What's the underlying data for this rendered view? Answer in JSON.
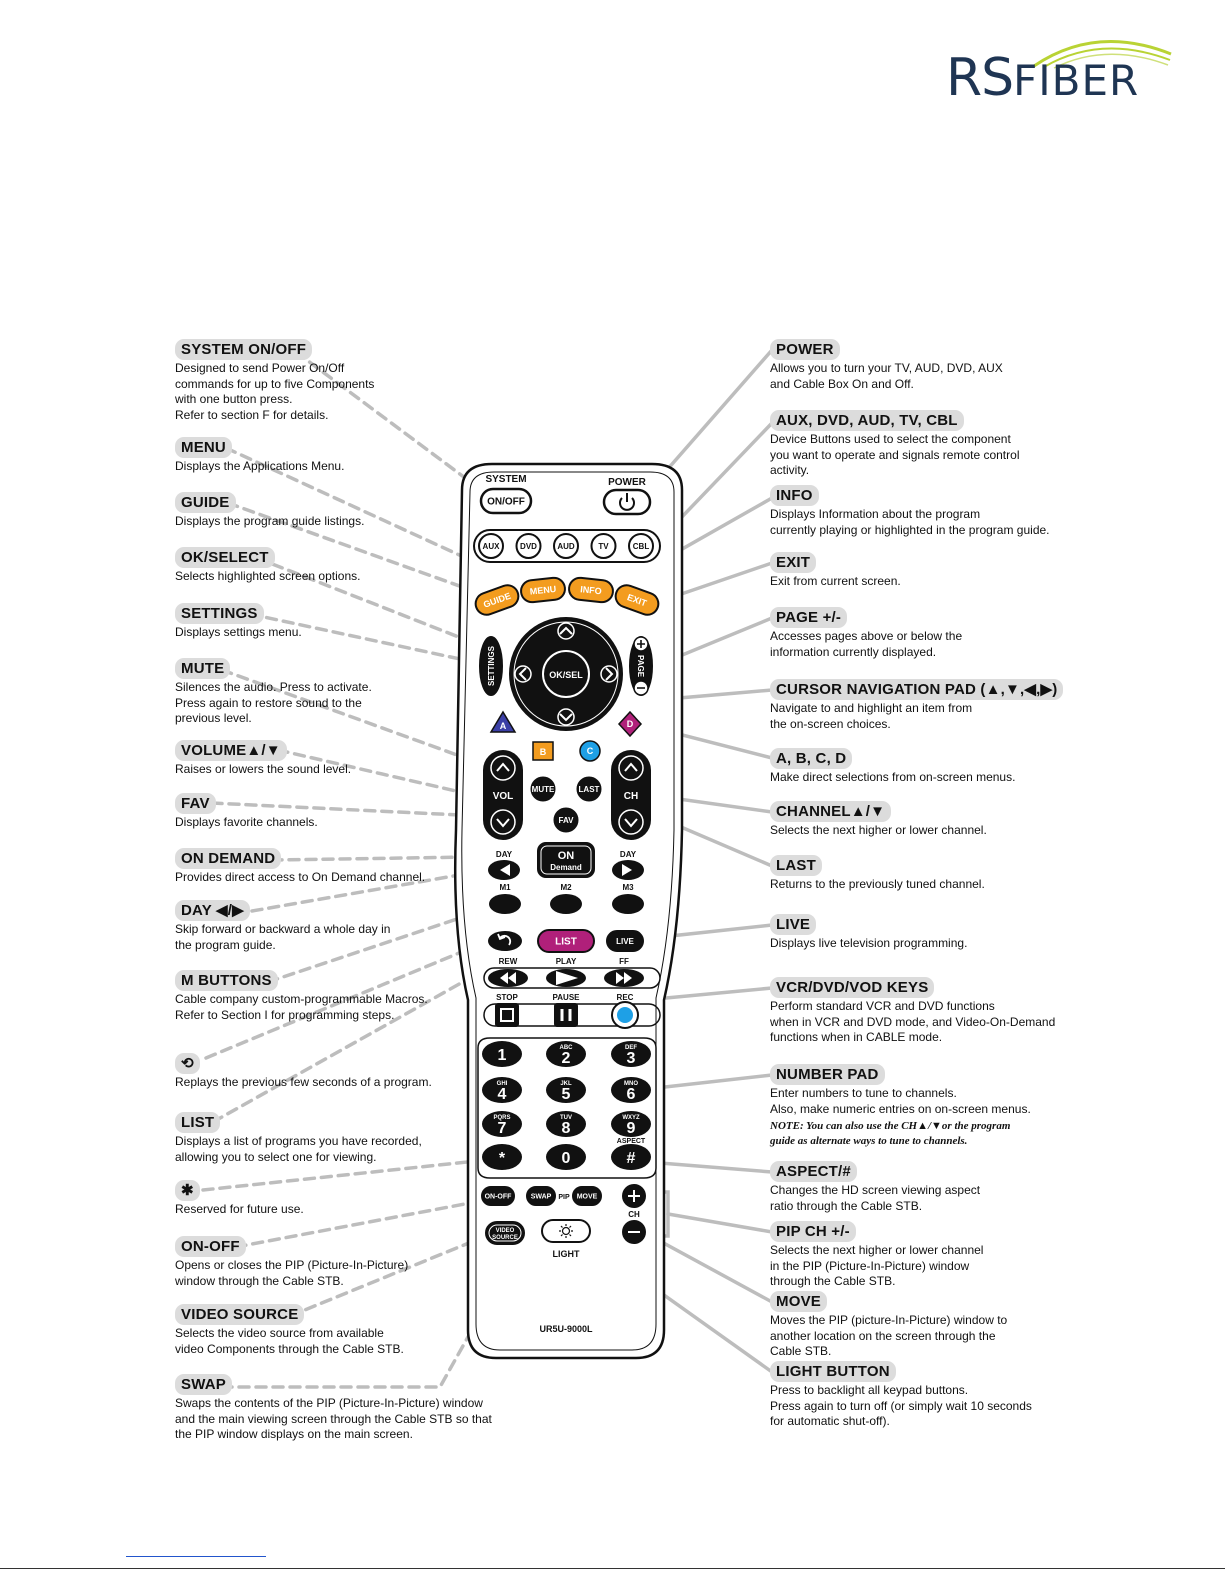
{
  "brand": {
    "rs": "RS",
    "fiber": "FIBER",
    "accent": "#b9d334",
    "text_color": "#1f3553"
  },
  "remote": {
    "model": "UR5U-9000L",
    "system_label": "SYSTEM",
    "onoff_label": "ON/OFF",
    "power_label": "POWER",
    "power_icon": "power-icon",
    "devices": [
      "AUX",
      "DVD",
      "AUD",
      "TV",
      "CBL"
    ],
    "menu_buttons": [
      "GUIDE",
      "MENU",
      "INFO",
      "EXIT"
    ],
    "settings_label": "SETTINGS",
    "page_label": "PAGE",
    "ok_label": "OK/SEL",
    "abcd": [
      "A",
      "B",
      "C",
      "D"
    ],
    "vol_label": "VOL",
    "ch_label": "CH",
    "mute_label": "MUTE",
    "last_label": "LAST",
    "fav_label": "FAV",
    "on_label": "ON",
    "demand_label": "Demand",
    "day_label": "DAY",
    "m_labels": [
      "M1",
      "M2",
      "M3"
    ],
    "list_label": "LIST",
    "live_label": "LIVE",
    "rew_label": "REW",
    "play_label": "PLAY",
    "ff_label": "FF",
    "stop_label": "STOP",
    "pause_label": "PAUSE",
    "rec_label": "REC",
    "keys": [
      {
        "d": "1",
        "s": ""
      },
      {
        "d": "2",
        "s": "ABC"
      },
      {
        "d": "3",
        "s": "DEF"
      },
      {
        "d": "4",
        "s": "GHI"
      },
      {
        "d": "5",
        "s": "JKL"
      },
      {
        "d": "6",
        "s": "MNO"
      },
      {
        "d": "7",
        "s": "PQRS"
      },
      {
        "d": "8",
        "s": "TUV"
      },
      {
        "d": "9",
        "s": "WXYZ"
      },
      {
        "d": "*",
        "s": ""
      },
      {
        "d": "0",
        "s": ""
      },
      {
        "d": "#",
        "s": "ASPECT"
      }
    ],
    "onoff_small": "ON-OFF",
    "swap_label": "SWAP",
    "pip_label": "PIP",
    "move_label": "MOVE",
    "ch_small": "CH",
    "video_label": "VIDEO",
    "source_label": "SOURCE",
    "light_label": "LIGHT",
    "colors": {
      "orange": "#f39c1f",
      "blue_a": "#3b3fa6",
      "cyan_c": "#1ea0e6",
      "magenta": "#b0207a",
      "body": "#111111"
    }
  },
  "left_callouts": [
    {
      "head": "SYSTEM  ON/OFF",
      "lines": [
        "Designed to send Power On/Off",
        "commands for up to five Components",
        "with one button press.",
        "Refer to section F for details."
      ]
    },
    {
      "head": "MENU",
      "lines": [
        "Displays the Applications Menu."
      ]
    },
    {
      "head": "GUIDE",
      "lines": [
        "Displays the program guide listings."
      ]
    },
    {
      "head": "OK/SELECT",
      "lines": [
        "Selects highlighted screen options."
      ]
    },
    {
      "head": "SETTINGS",
      "lines": [
        "Displays settings menu."
      ]
    },
    {
      "head": "MUTE",
      "lines": [
        "Silences the audio. Press to activate.",
        "Press again to restore sound to the",
        "previous level."
      ]
    },
    {
      "head": "VOLUME▲/▼",
      "lines": [
        "Raises or lowers the sound level."
      ]
    },
    {
      "head": "FAV",
      "lines": [
        "Displays favorite channels."
      ]
    },
    {
      "head": "ON  DEMAND",
      "lines": [
        "Provides direct access to On Demand channel."
      ]
    },
    {
      "head": "DAY ◀/▶",
      "lines": [
        "Skip forward or backward a whole day in",
        "the program guide."
      ]
    },
    {
      "head": "M BUTTONS",
      "lines": [
        "Cable company custom-programmable Macros.",
        "Refer to Section  I  for programming steps."
      ]
    },
    {
      "head": "⟲",
      "lines": [
        "Replays the previous few seconds of a program."
      ]
    },
    {
      "head": "LIST",
      "lines": [
        "Displays a list of programs you have recorded,",
        "allowing you to select one for viewing."
      ]
    },
    {
      "head": "✱",
      "lines": [
        "Reserved for future use."
      ]
    },
    {
      "head": "ON-OFF",
      "lines": [
        "Opens or closes the PIP (Picture-In-Picture)",
        "window through the Cable STB."
      ]
    },
    {
      "head": "VIDEO  SOURCE",
      "lines": [
        "Selects the video source from available",
        "video Components through the Cable STB."
      ]
    },
    {
      "head": "SWAP",
      "lines": [
        "Swaps the contents of the PIP (Picture-In-Picture) window",
        "and the main viewing screen through the Cable STB so that",
        "the PIP window displays on the main screen."
      ]
    }
  ],
  "right_callouts": [
    {
      "head": "POWER",
      "lines": [
        "Allows you to turn your TV, AUD, DVD, AUX",
        "and Cable Box On and Off."
      ]
    },
    {
      "head": "AUX,  DVD,  AUD,  TV,  CBL",
      "lines": [
        "Device Buttons used to select the component",
        "you want to operate and signals remote control",
        "activity."
      ]
    },
    {
      "head": "INFO",
      "lines": [
        "Displays Information about the program",
        "currently playing or highlighted in the program guide."
      ]
    },
    {
      "head": "EXIT",
      "lines": [
        "Exit from current screen."
      ]
    },
    {
      "head": "PAGE  +/-",
      "lines": [
        "Accesses pages above or below the",
        "information currently displayed."
      ]
    },
    {
      "head": "CURSOR NAVIGATION PAD (▲,▼,◀,▶)",
      "lines": [
        "Navigate to and highlight an item from",
        "the on-screen choices."
      ]
    },
    {
      "head": "A,  B,  C,  D",
      "lines": [
        "Make direct selections from on-screen menus."
      ]
    },
    {
      "head": "CHANNEL▲/▼",
      "lines": [
        "Selects the next higher or lower channel."
      ]
    },
    {
      "head": "LAST",
      "lines": [
        "Returns to the previously tuned channel."
      ]
    },
    {
      "head": "LIVE",
      "lines": [
        "Displays live television programming."
      ]
    },
    {
      "head": "VCR/DVD/VOD  KEYS",
      "lines": [
        "Perform standard VCR and DVD functions",
        "when in VCR and DVD mode, and Video-On-Demand",
        "functions when in CABLE mode."
      ]
    },
    {
      "head": "NUMBER  PAD",
      "lines": [
        "Enter numbers to tune to channels.",
        "Also, make numeric entries on on-screen menus."
      ],
      "note": [
        "NOTE: You can also use the CH▲/▼or the program",
        "guide as alternate ways to tune to channels."
      ]
    },
    {
      "head": "ASPECT/#",
      "lines": [
        "Changes the HD screen viewing aspect",
        "ratio through the Cable STB."
      ]
    },
    {
      "head": "PIP  CH  +/-",
      "lines": [
        "Selects the next higher or lower channel",
        "in the PIP (Picture-In-Picture) window",
        "through the Cable STB."
      ]
    },
    {
      "head": "MOVE",
      "lines": [
        "Moves the PIP (picture-In-Picture) window to",
        "another location on the screen through the",
        "Cable STB."
      ]
    },
    {
      "head": "LIGHT BUTTON",
      "lines": [
        "Press to backlight all keypad buttons.",
        "Press again to turn off (or simply wait 10 seconds",
        "for automatic shut-off)."
      ]
    }
  ]
}
